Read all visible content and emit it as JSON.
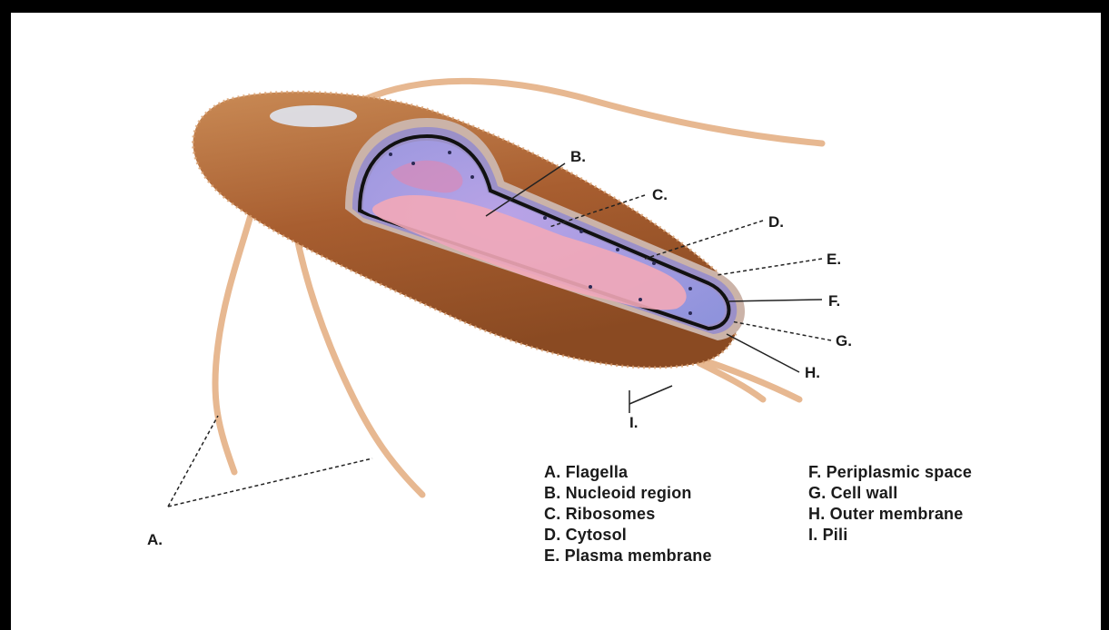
{
  "callouts": {
    "a": "A.",
    "b": "B.",
    "c": "C.",
    "d": "D.",
    "e": "E.",
    "f": "F.",
    "g": "G.",
    "h": "H.",
    "i": "I."
  },
  "legend": {
    "a": "A. Flagella",
    "b": "B. Nucleoid region",
    "c": "C. Ribosomes",
    "d": "D. Cytosol",
    "e": "E. Plasma membrane",
    "f": "F. Periplasmic space",
    "g": "G. Cell wall",
    "h": "H. Outer membrane",
    "i": "I. Pili"
  },
  "colors": {
    "frame": "#000000",
    "cell_body": "#b36a3a",
    "cytosol": "#9fa6e6",
    "nucleoid": "#f2a8b8",
    "membrane": "#111111",
    "flagella": "#e7b891"
  }
}
